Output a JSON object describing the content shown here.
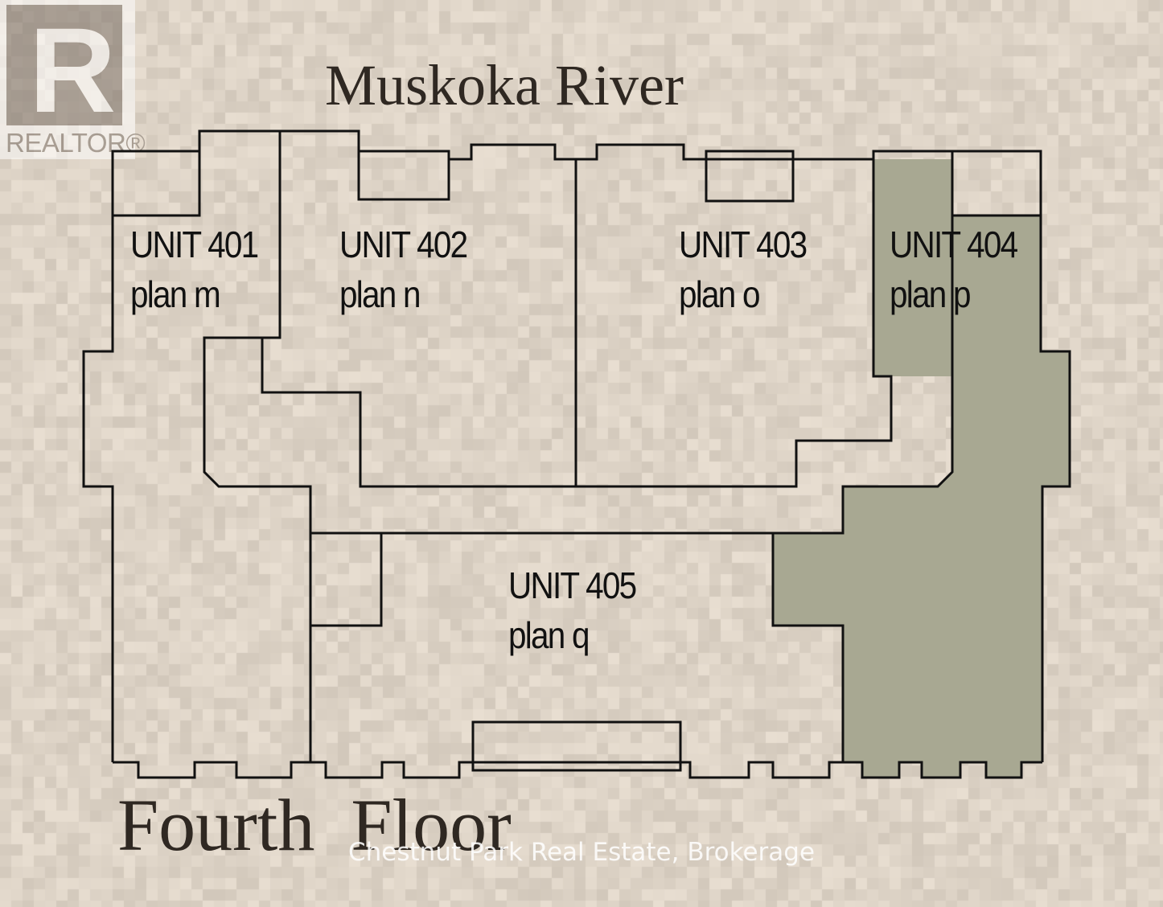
{
  "logo": {
    "letter": "R",
    "text": "REALTOR®"
  },
  "title": "Muskoka River",
  "floor_label": "Fourth Floor",
  "watermark": "Chestnut Park Real Estate, Brokerage",
  "units": [
    {
      "name": "UNIT 401",
      "plan": "plan m",
      "highlighted": false
    },
    {
      "name": "UNIT 402",
      "plan": "plan n",
      "highlighted": false
    },
    {
      "name": "UNIT 403",
      "plan": "plan o",
      "highlighted": false
    },
    {
      "name": "UNIT 404",
      "plan": "plan p",
      "highlighted": true
    },
    {
      "name": "UNIT 405",
      "plan": "plan q",
      "highlighted": false
    }
  ],
  "colors": {
    "background": "#ddd3c6",
    "highlight": "#a8a892",
    "line": "#111111",
    "text": "#2f2822"
  }
}
